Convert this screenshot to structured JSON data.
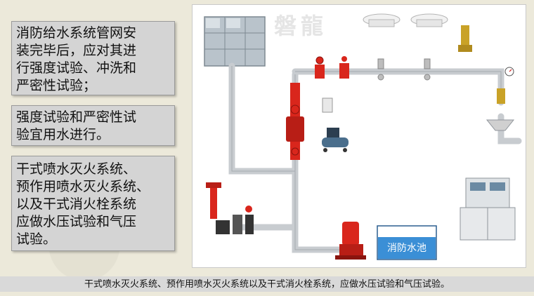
{
  "notes": [
    "消防给水系统管网安\n装完毕后，应对其进\n行强度试验、冲洗和\n严密性试验；",
    "强度试验和严密性试\n验宜用水进行。",
    "干式喷水灭火系统、\n预作用喷水灭火系统、\n以及干式消火栓系统\n应做水压试验和气压\n试验。"
  ],
  "watermark": "磐龍",
  "diagram": {
    "pool_label": "消防水池"
  },
  "caption": "干式喷水灭火系统、预作用喷水灭火系统以及干式消火栓系统，应做水压试验和气压试验。",
  "colors": {
    "pipe": "#c8ccd0",
    "valve_red": "#d9261c",
    "pool_fill": "#3b8fd6",
    "note_bg": "#d4d4d4",
    "caption_bg": "#d9d9d9"
  }
}
